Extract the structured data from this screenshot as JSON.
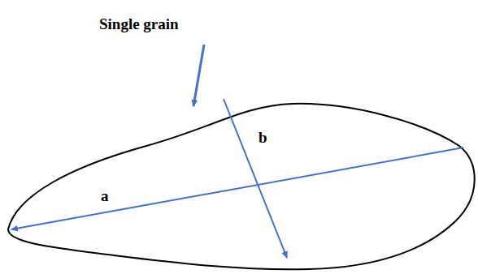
{
  "diagram": {
    "labels": [
      "Single grain",
      "a",
      "b"
    ]
  }
}
